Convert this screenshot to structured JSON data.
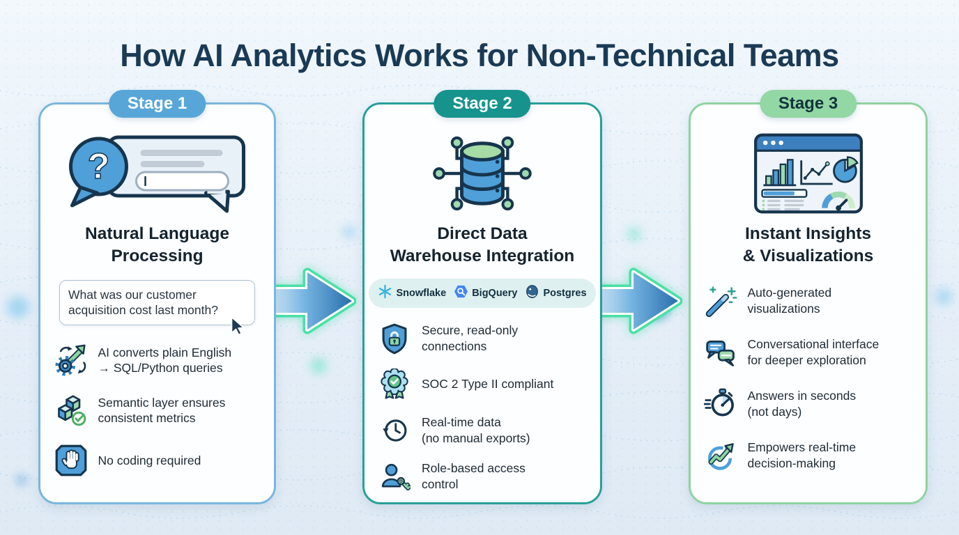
{
  "page": {
    "title": "How AI Analytics Works for Non-Technical Teams"
  },
  "colors": {
    "title_text": "#1a3a55",
    "background": "#e9f2f9",
    "arrow_outline_green": "#4ae0a6",
    "arrow_fill_start": "#d6e9f7",
    "arrow_fill_end": "#2a6fae"
  },
  "stages": [
    {
      "badge": "Stage 1",
      "title": "Natural Language\nProcessing",
      "icon": "chat-question-icon",
      "query_box": {
        "text": "What was our customer\nacquisition cost last month?",
        "cursor_icon": "mouse-pointer-icon"
      },
      "bullets": [
        {
          "icon": "gear-transform-icon",
          "text": "AI converts plain English\n→ SQL/Python queries"
        },
        {
          "icon": "cubes-check-icon",
          "text": "Semantic layer ensures\nconsistent metrics"
        },
        {
          "icon": "stop-hand-icon",
          "text": "No coding required"
        }
      ],
      "colors": {
        "border": "#7ab6dc",
        "badge_bg": "#58a6d8",
        "badge_text": "#ffffff"
      }
    },
    {
      "badge": "Stage 2",
      "title": "Direct Data\nWarehouse Integration",
      "icon": "database-network-icon",
      "integrations": [
        {
          "icon": "snowflake-icon",
          "label": "Snowflake"
        },
        {
          "icon": "bigquery-icon",
          "label": "BigQuery"
        },
        {
          "icon": "postgres-icon",
          "label": "Postgres"
        }
      ],
      "bullets": [
        {
          "icon": "shield-lock-icon",
          "text": "Secure, read-only\nconnections"
        },
        {
          "icon": "badge-check-icon",
          "text": "SOC 2 Type II compliant"
        },
        {
          "icon": "history-clock-icon",
          "text": "Real-time data\n(no manual exports)"
        },
        {
          "icon": "user-key-icon",
          "text": "Role-based access\ncontrol"
        }
      ],
      "colors": {
        "border": "#27a099",
        "badge_bg": "#17938d",
        "badge_text": "#ffffff"
      }
    },
    {
      "badge": "Stage 3",
      "title": "Instant Insights\n& Visualizations",
      "icon": "dashboard-icon",
      "bullets": [
        {
          "icon": "magic-wand-icon",
          "text": "Auto-generated\nvisualizations"
        },
        {
          "icon": "chat-bubbles-icon",
          "text": "Conversational interface\nfor deeper exploration"
        },
        {
          "icon": "stopwatch-icon",
          "text": "Answers in seconds\n(not days)"
        },
        {
          "icon": "trend-up-circle-icon",
          "text": "Empowers real-time\ndecision-making"
        }
      ],
      "colors": {
        "border": "#8fd3a0",
        "badge_bg": "#92d7a4",
        "badge_text": "#14333d"
      }
    }
  ],
  "arrows": [
    {
      "name": "stage1-to-stage2-arrow"
    },
    {
      "name": "stage2-to-stage3-arrow"
    }
  ]
}
